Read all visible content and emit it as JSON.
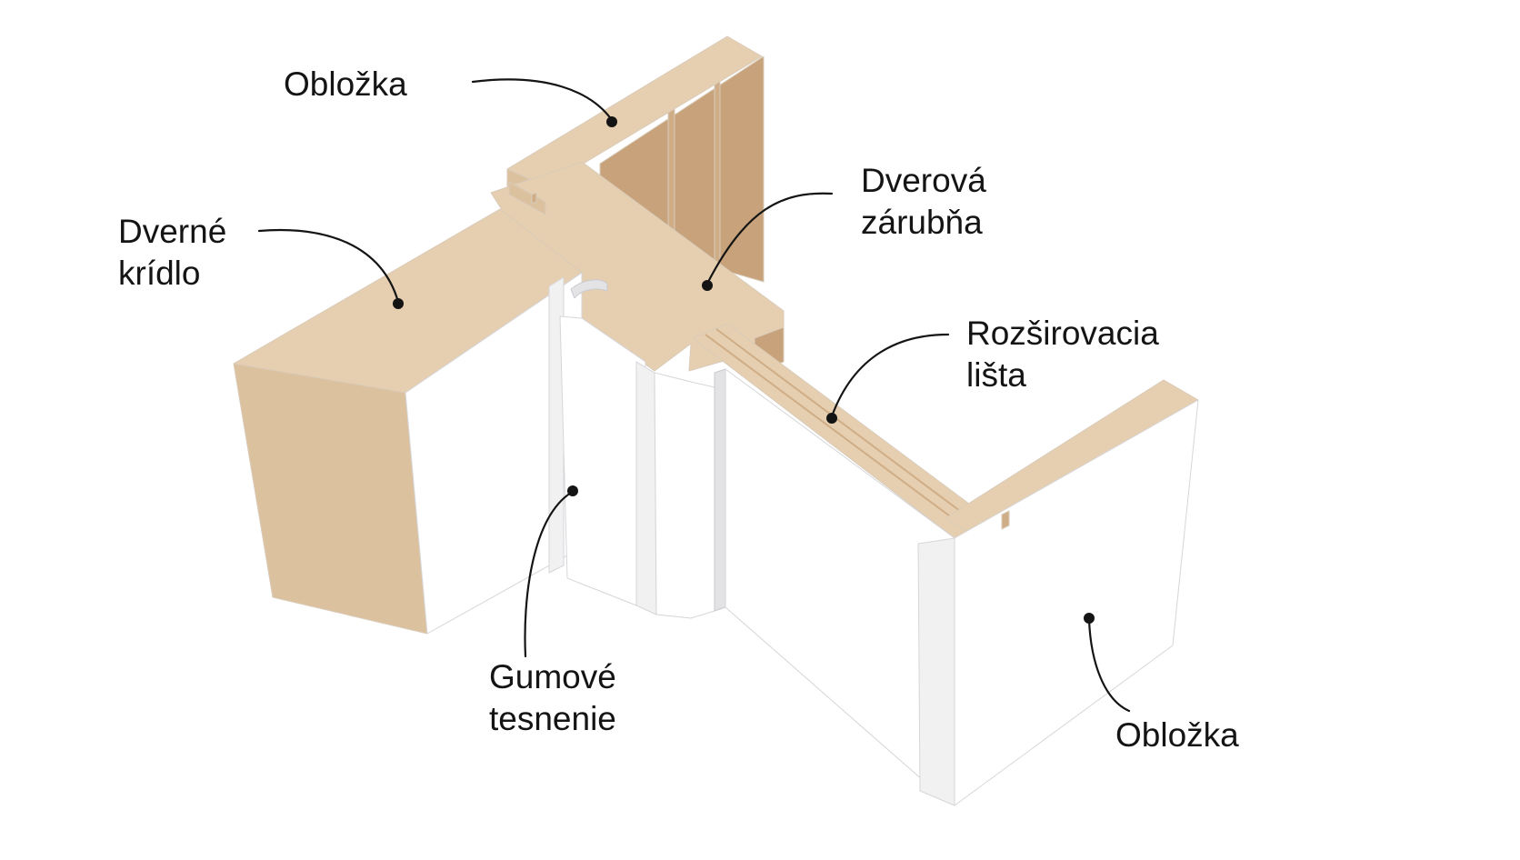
{
  "colors": {
    "mdf_face": "#dcc19f",
    "mdf_light": "#e6cfb0",
    "mdf_side": "#cfad86",
    "mdf_inner": "#c7a27b",
    "white_face": "#ffffff",
    "white_shade": "#f1f1f2",
    "white_deep": "#e3e3e6",
    "outline": "#d9cbb9",
    "leader": "#141414"
  },
  "labels": {
    "top_casing": {
      "lines": [
        "Obložka"
      ]
    },
    "door_leaf": {
      "lines": [
        "Dverné",
        "krídlo"
      ]
    },
    "door_frame": {
      "lines": [
        "Dverová",
        "zárubňa"
      ]
    },
    "extension_strip": {
      "lines": [
        "Rozširovacia",
        "lišta"
      ]
    },
    "rubber_seal": {
      "lines": [
        "Gumové",
        "tesnenie"
      ]
    },
    "bottom_casing": {
      "lines": [
        "Obložka"
      ]
    }
  }
}
